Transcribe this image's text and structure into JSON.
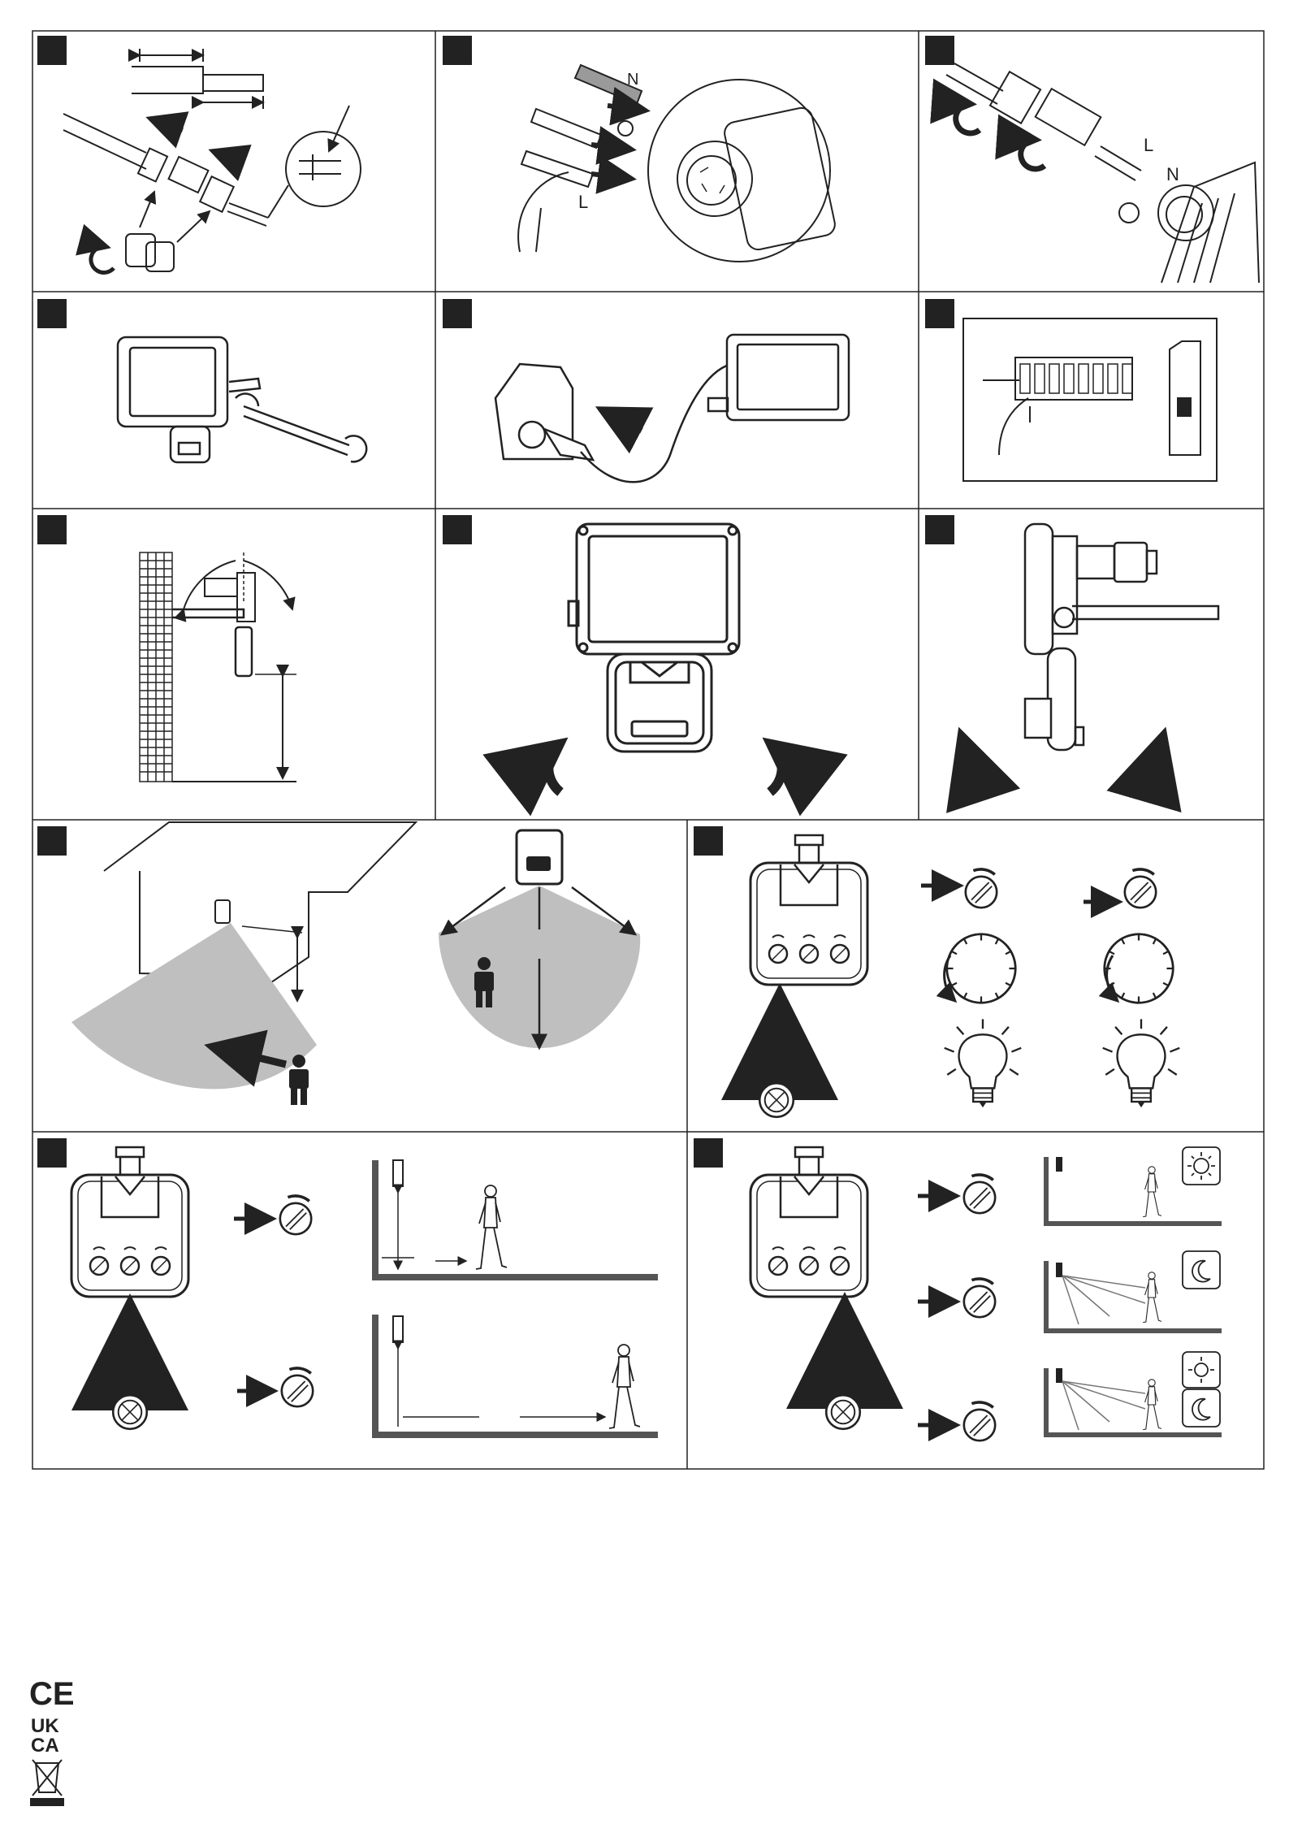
{
  "panels": [
    {
      "id": "step-1"
    },
    {
      "id": "step-2"
    },
    {
      "id": "step-3"
    },
    {
      "id": "step-4"
    },
    {
      "id": "step-5"
    },
    {
      "id": "step-6"
    },
    {
      "id": "step-7"
    },
    {
      "id": "step-8"
    },
    {
      "id": "step-9"
    },
    {
      "id": "step-10"
    },
    {
      "id": "step-11"
    },
    {
      "id": "step-12"
    },
    {
      "id": "step-13"
    }
  ],
  "wire_labels": {
    "neutral": "N",
    "live": "L"
  },
  "marks": {
    "ce": "CE",
    "ukca_top": "UK",
    "ukca_bottom": "CA"
  },
  "icons": [
    "earth-ground-icon",
    "rotate-arrow-icon",
    "wrench-icon",
    "plug-icon",
    "fuse-switch-icon",
    "clock-dial-icon",
    "light-bulb-icon",
    "sun-icon",
    "moon-icon",
    "person-icon",
    "weee-bin-icon"
  ],
  "colors": {
    "line": "#222222",
    "detection_zone": "#bfbfbf",
    "ground": "#555555"
  }
}
